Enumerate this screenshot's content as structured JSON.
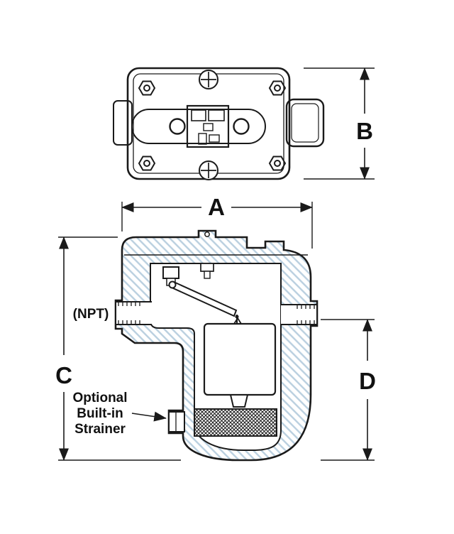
{
  "diagram": {
    "dimension_labels": {
      "a": "A",
      "b": "B",
      "c": "C",
      "d": "D"
    },
    "port_label": "(NPT)",
    "strainer_note": {
      "line1": "Optional",
      "line2": "Built-in",
      "line3": "Strainer"
    },
    "colors": {
      "line": "#1a1a1a",
      "section_hatch": "#b9cfdf",
      "background": "#ffffff"
    }
  }
}
